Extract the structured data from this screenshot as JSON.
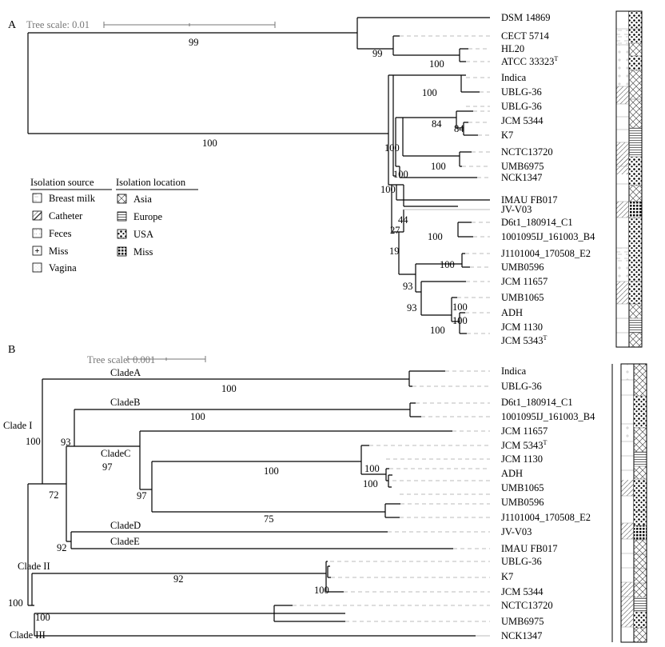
{
  "panel_a": {
    "letter": "A",
    "tree_scale": "Tree scale: 0.01",
    "leaves": [
      "DSM 14869",
      "CECT 5714",
      "HL20",
      "ATCC 33323",
      "Indica",
      "UBLG-36",
      "UBLG-36",
      "JCM 5344",
      "K7",
      "NCTC13720",
      "UMB6975",
      "NCK1347",
      "IMAU FB017",
      "JV-V03",
      "D6t1_180914_C1",
      "1001095IJ_161003_B4",
      "J1101004_170508_E2",
      "UMB0596",
      "JCM 11657",
      "UMB1065",
      "ADH",
      "JCM 1130",
      "JCM 5343"
    ],
    "type_strain_sup": "T",
    "bootstrap": [
      "99",
      "99",
      "100",
      "100",
      "100",
      "84",
      "84",
      "100",
      "100",
      "100",
      "100",
      "44",
      "27",
      "19",
      "100",
      "100",
      "93",
      "93",
      "100",
      "100",
      "100"
    ]
  },
  "legend": {
    "source_title": "Isolation source",
    "location_title": "Isolation location",
    "sources": [
      {
        "label": "Breast milk",
        "icon": "breast-milk-pattern-icon"
      },
      {
        "label": "Catheter",
        "icon": "catheter-pattern-icon"
      },
      {
        "label": "Feces",
        "icon": "feces-pattern-icon"
      },
      {
        "label": "Miss",
        "icon": "miss-source-pattern-icon"
      },
      {
        "label": "Vagina",
        "icon": "vagina-pattern-icon"
      }
    ],
    "locations": [
      {
        "label": "Asia",
        "icon": "asia-pattern-icon"
      },
      {
        "label": "Europe",
        "icon": "europe-pattern-icon"
      },
      {
        "label": "USA",
        "icon": "usa-pattern-icon"
      },
      {
        "label": "Miss",
        "icon": "miss-location-pattern-icon"
      }
    ]
  },
  "panel_b": {
    "letter": "B",
    "tree_scale": "Tree scale: 0.001",
    "leaves": [
      "Indica",
      "UBLG-36",
      "D6t1_180914_C1",
      "1001095IJ_161003_B4",
      "JCM 11657",
      "JCM 5343",
      "JCM 1130",
      "ADH",
      "UMB1065",
      "UMB0596",
      "J1101004_170508_E2",
      "JV-V03",
      "IMAU FB017",
      "UBLG-36",
      "K7",
      "JCM 5344",
      "NCTC13720",
      "UMB6975",
      "NCK1347"
    ],
    "type_strain_sup": "T",
    "clades": [
      "Clade I",
      "CladeA",
      "CladeB",
      "CladeC",
      "CladeD",
      "CladeE",
      "Clade II",
      "Clade III"
    ],
    "bootstrap": [
      "100",
      "100",
      "93",
      "97",
      "100",
      "100",
      "100",
      "97",
      "100",
      "72",
      "75",
      "92",
      "92",
      "100",
      "100",
      "100"
    ]
  },
  "colors": {
    "branch": "#000000",
    "leader": "#bbbbbb",
    "scale": "#777777"
  }
}
